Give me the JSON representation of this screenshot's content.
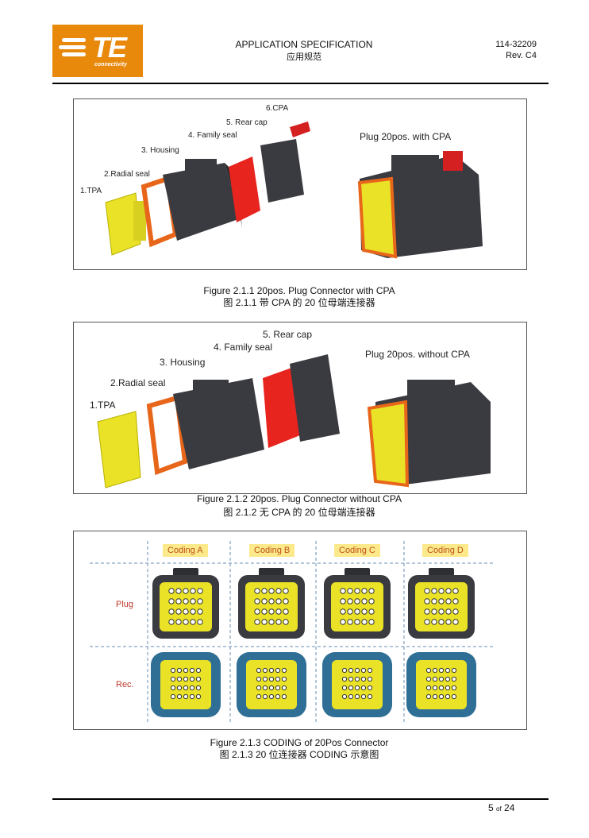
{
  "header": {
    "logo_text": "TE",
    "logo_sub": "connectivity",
    "title_en": "APPLICATION SPECIFICATION",
    "title_cn": "应用规范",
    "doc_number": "114-32209",
    "revision": "Rev. C4"
  },
  "figure1": {
    "labels": [
      "1.TPA",
      "2.Radial seal",
      "3. Housing",
      "4. Family seal",
      "5. Rear cap",
      "6.CPA"
    ],
    "assembled_label": "Plug 20pos. with CPA",
    "caption_en": "Figure 2.1.1  20pos. Plug Connector with CPA",
    "caption_cn": "图 2.1.1  带 CPA 的 20 位母端连接器"
  },
  "figure2": {
    "labels": [
      "1.TPA",
      "2.Radial seal",
      "3. Housing",
      "4. Family seal",
      "5. Rear cap"
    ],
    "assembled_label": "Plug 20pos. without CPA",
    "caption_en": "Figure 2.1.2  20pos. Plug Connector without CPA",
    "caption_cn": "图 2.1.2  无 CPA 的 20 位母端连接器"
  },
  "figure3": {
    "columns": [
      "Coding A",
      "Coding B",
      "Coding C",
      "Coding D"
    ],
    "rows": [
      "Plug",
      "Rec."
    ],
    "caption_en": "Figure 2.1.3  CODING of 20Pos Connector",
    "caption_cn": "图 2.1.3   20 位连接器 CODING 示意图"
  },
  "footer": {
    "page": "5",
    "of": "of",
    "total": "24"
  },
  "colors": {
    "brand": "#e8890c",
    "housing": "#3a3b40",
    "tpa": "#e9e227",
    "radial_seal": "#e8661a",
    "family_seal": "#e8241f",
    "receptacle": "#2f6f95"
  }
}
